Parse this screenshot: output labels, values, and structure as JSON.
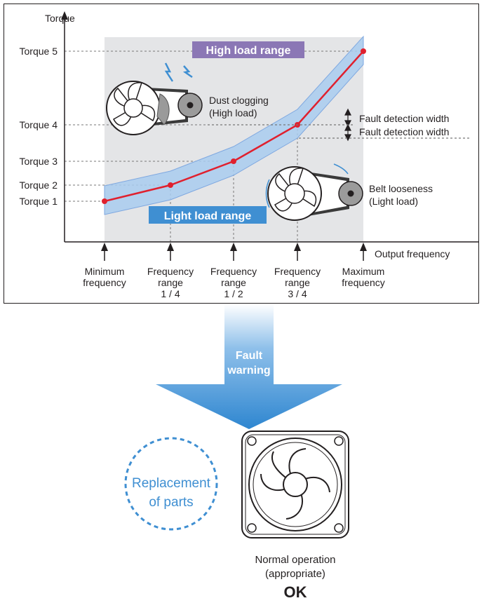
{
  "chart_data": {
    "type": "line",
    "ylabel": "Torque",
    "xlabel": "Output frequency",
    "y_ticks": [
      "Torque 1",
      "Torque 2",
      "Torque 3",
      "Torque 4",
      "Torque 5"
    ],
    "x_ticks": [
      [
        "Minimum",
        "frequency"
      ],
      [
        "Frequency",
        "range",
        "1 / 4"
      ],
      [
        "Frequency",
        "range",
        "1 / 2"
      ],
      [
        "Frequency",
        "range",
        "3 / 4"
      ],
      [
        "Maximum",
        "frequency"
      ]
    ],
    "x": [
      0,
      0.25,
      0.5,
      0.75,
      1.0
    ],
    "values": [
      1,
      2,
      3,
      4,
      5
    ],
    "band_color": "#a9cdee",
    "line_color": "#e0202e"
  },
  "labels": {
    "high_load": "High load range",
    "light_load": "Light load range",
    "dust_1": "Dust clogging",
    "dust_2": "(High load)",
    "belt_1": "Belt looseness",
    "belt_2": "(Light load)",
    "fault_width_1": "Fault detection width",
    "fault_width_2": "Fault detection width"
  },
  "lower": {
    "arrow_1": "Fault",
    "arrow_2": "warning",
    "replace_1": "Replacement",
    "replace_2": "of parts",
    "normal_1": "Normal operation",
    "normal_2": "(appropriate)",
    "ok": "OK"
  },
  "colors": {
    "high_tag": "#8b77b5",
    "light_tag": "#3f8fd2",
    "arrow_blue": "#2e86d0",
    "dotted_blue": "#3f8fd2",
    "plot_bg": "#e4e5e7"
  }
}
